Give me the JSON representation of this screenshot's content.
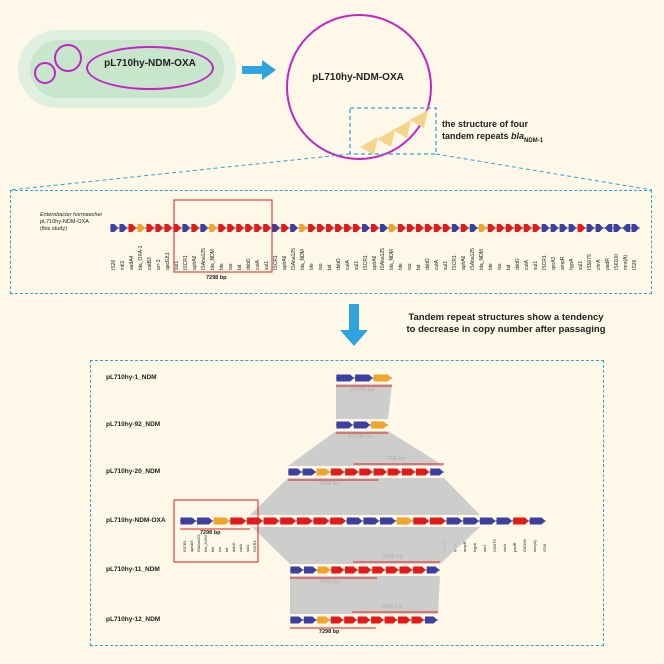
{
  "cell": {
    "plasmid_label": "pL710hy-NDM-OXA"
  },
  "plasmid": {
    "label": "pL710hy-NDM-OXA"
  },
  "repeat_note": {
    "prefix": "the structure of  four",
    "line2_prefix": "tandem repeats ",
    "gene_italic": "bla",
    "gene_sub": "NDM-1"
  },
  "map": {
    "organism": "Enterobacter hormaechei",
    "plasmid": "pL710hy-NDM-OXA",
    "study": "(this study)",
    "genes": [
      "IS26",
      "intI1",
      "aadA4",
      "bla_OXA-1",
      "catB3",
      "arr-3",
      "qacEΔ1",
      "sul1",
      "ISCR1",
      "aphA6",
      "ISAba125",
      "bla_NDM",
      "ble",
      "iso",
      "tat",
      "dsbD",
      "cutA",
      "sul1",
      "ISCR1",
      "aphA6",
      "ISAba125",
      "bla_NDM",
      "ble",
      "iso",
      "tat",
      "dsbD",
      "cutA",
      "sul1",
      "ISCR1",
      "aphA6",
      "ISAba125",
      "bla_NDM",
      "ble",
      "iso",
      "tat",
      "dsbD",
      "cutA",
      "sul1",
      "ISCR1",
      "aphA6",
      "ISAba125",
      "bla_NDM",
      "ble",
      "iso",
      "tat",
      "dsbD",
      "cutA",
      "sul1",
      "ISCR1",
      "qnrA1",
      "ampR",
      "hypA",
      "sul1",
      "IS5075",
      "chrA",
      "padR",
      "IS6100",
      "mrx(A)",
      "IS26"
    ],
    "repeat_size": "7298 bp"
  },
  "trend_note": {
    "line1": "Tandem repeat structures show a tendency",
    "line2": "to decrease in copy number after passaging"
  },
  "comparison": {
    "rows": [
      {
        "label": "pL710hy-1_NDM",
        "sizes": [
          "Δ7298 bp"
        ]
      },
      {
        "label": "pL710hy-92_NDM",
        "sizes": [
          "Δ7298 bp"
        ]
      },
      {
        "label": "pL710hy-20_NDM",
        "sizes": [
          "7298 bp",
          "7298 bp"
        ]
      },
      {
        "label": "pL710hy-NDM-OXA",
        "sizes": [
          "7298 bp"
        ]
      },
      {
        "label": "pL710hy-11_NDM",
        "sizes": [
          "7298 bp",
          "7298 bp"
        ]
      },
      {
        "label": "pL710hy-12_NDM",
        "sizes": [
          "7298 bp",
          "7298 bp"
        ]
      }
    ],
    "ref_genes": [
      "ISCR1",
      "aphA6",
      "ISAba125",
      "bla_NDM",
      "ble",
      "iso",
      "tat",
      "dsbD",
      "cutA",
      "sul1",
      "ISCR1"
    ],
    "tail_genes": [
      "ISCR1",
      "qnrA1",
      "ampR",
      "hypA",
      "sul1",
      "IS5075",
      "chrA",
      "padR",
      "IS6100",
      "mrx(A)",
      "IS26"
    ]
  },
  "colors": {
    "background": "#fdf8e7",
    "dash_border": "#2ea3e0",
    "arrow": "#2ea3e0",
    "is_element": "#3c3fa0",
    "resistance": "#e21a1a",
    "bla": "#f0a42a",
    "homology": "#c8c8c8",
    "plasmid": "#c324c6",
    "cell_body": "#d3ecd7"
  }
}
